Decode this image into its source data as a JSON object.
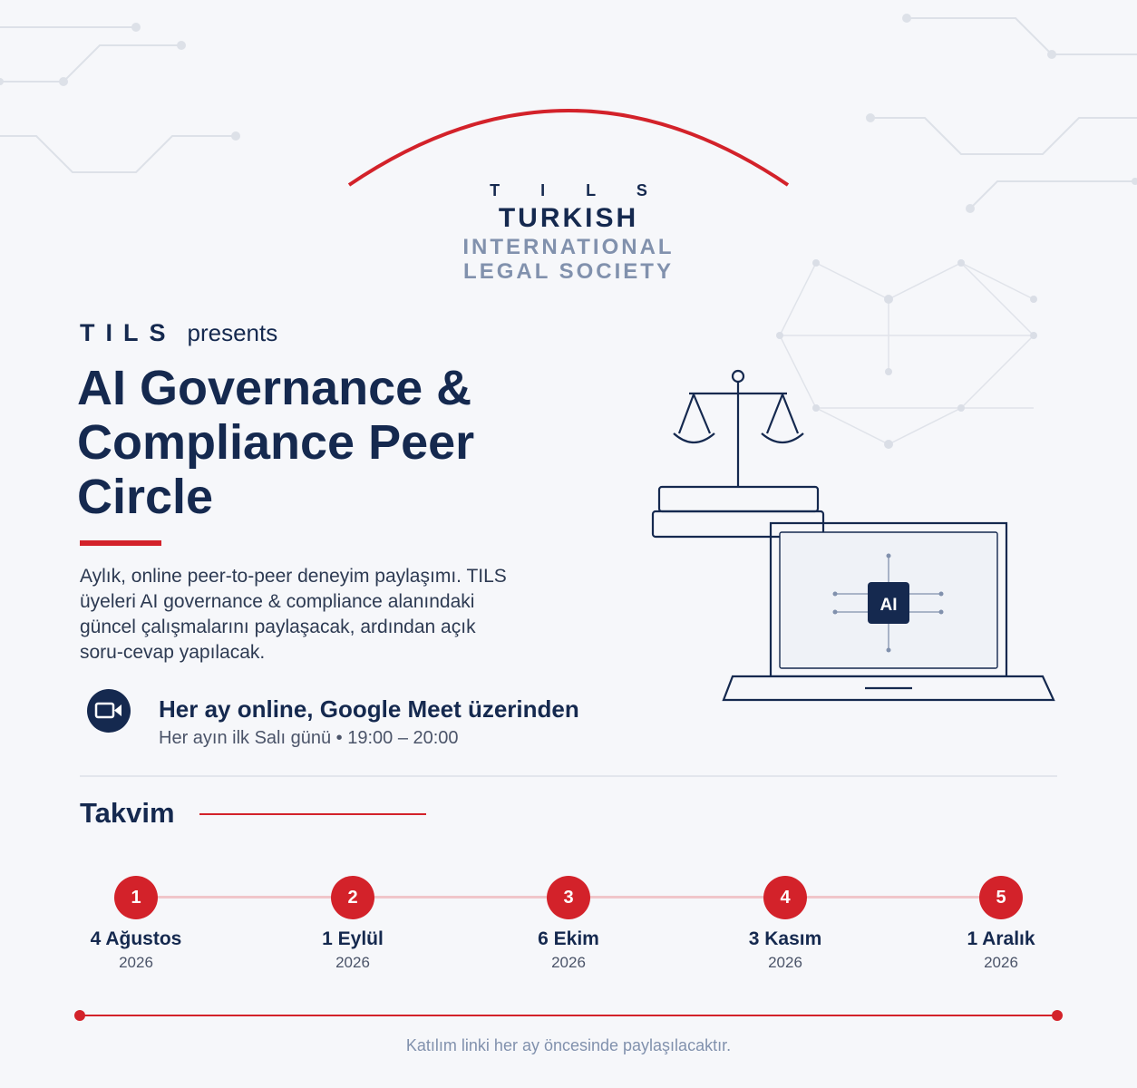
{
  "logo": {
    "acronym": "T I L S",
    "name": "TURKISH",
    "line2": "INTERNATIONAL",
    "line3": "LEGAL SOCIETY"
  },
  "header": {
    "tils": "TILS",
    "presents": "presents"
  },
  "event": {
    "title": "AI Governance & Compliance Peer Circle",
    "description": "Aylık, online peer-to-peer deneyim paylaşımı. TILS üyeleri AI governance & compliance alanındaki güncel çalışmalarını paylaşacak, ardından açık soru-cevap yapılacak."
  },
  "meeting": {
    "icon": "video-camera-icon",
    "title": "Her ay online, Google Meet üzerinden",
    "schedule": "Her ayın ilk Salı günü • 19:00 – 20:00"
  },
  "illustration": {
    "chip_label": "AI"
  },
  "calendar": {
    "heading": "Takvim",
    "items": [
      {
        "number": "1",
        "date": "4 Ağustos",
        "year": "2026"
      },
      {
        "number": "2",
        "date": "1 Eylül",
        "year": "2026"
      },
      {
        "number": "3",
        "date": "6 Ekim",
        "year": "2026"
      },
      {
        "number": "4",
        "date": "3 Kasım",
        "year": "2026"
      },
      {
        "number": "5",
        "date": "1 Aralık",
        "year": "2026"
      }
    ]
  },
  "footer": {
    "note": "Katılım linki her ay öncesinde paylaşılacaktır."
  },
  "colors": {
    "navy": "#15294f",
    "accent_red": "#d3222a",
    "muted": "#8191ad",
    "background": "#f6f7fa"
  }
}
